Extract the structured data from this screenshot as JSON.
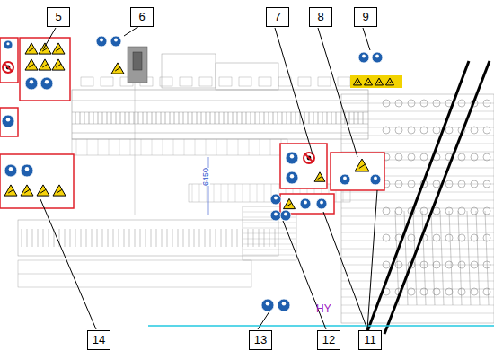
{
  "diagram": {
    "labels": [
      "5",
      "6",
      "7",
      "8",
      "9",
      "14",
      "13",
      "12",
      "11",
      "6450",
      "HY"
    ]
  }
}
